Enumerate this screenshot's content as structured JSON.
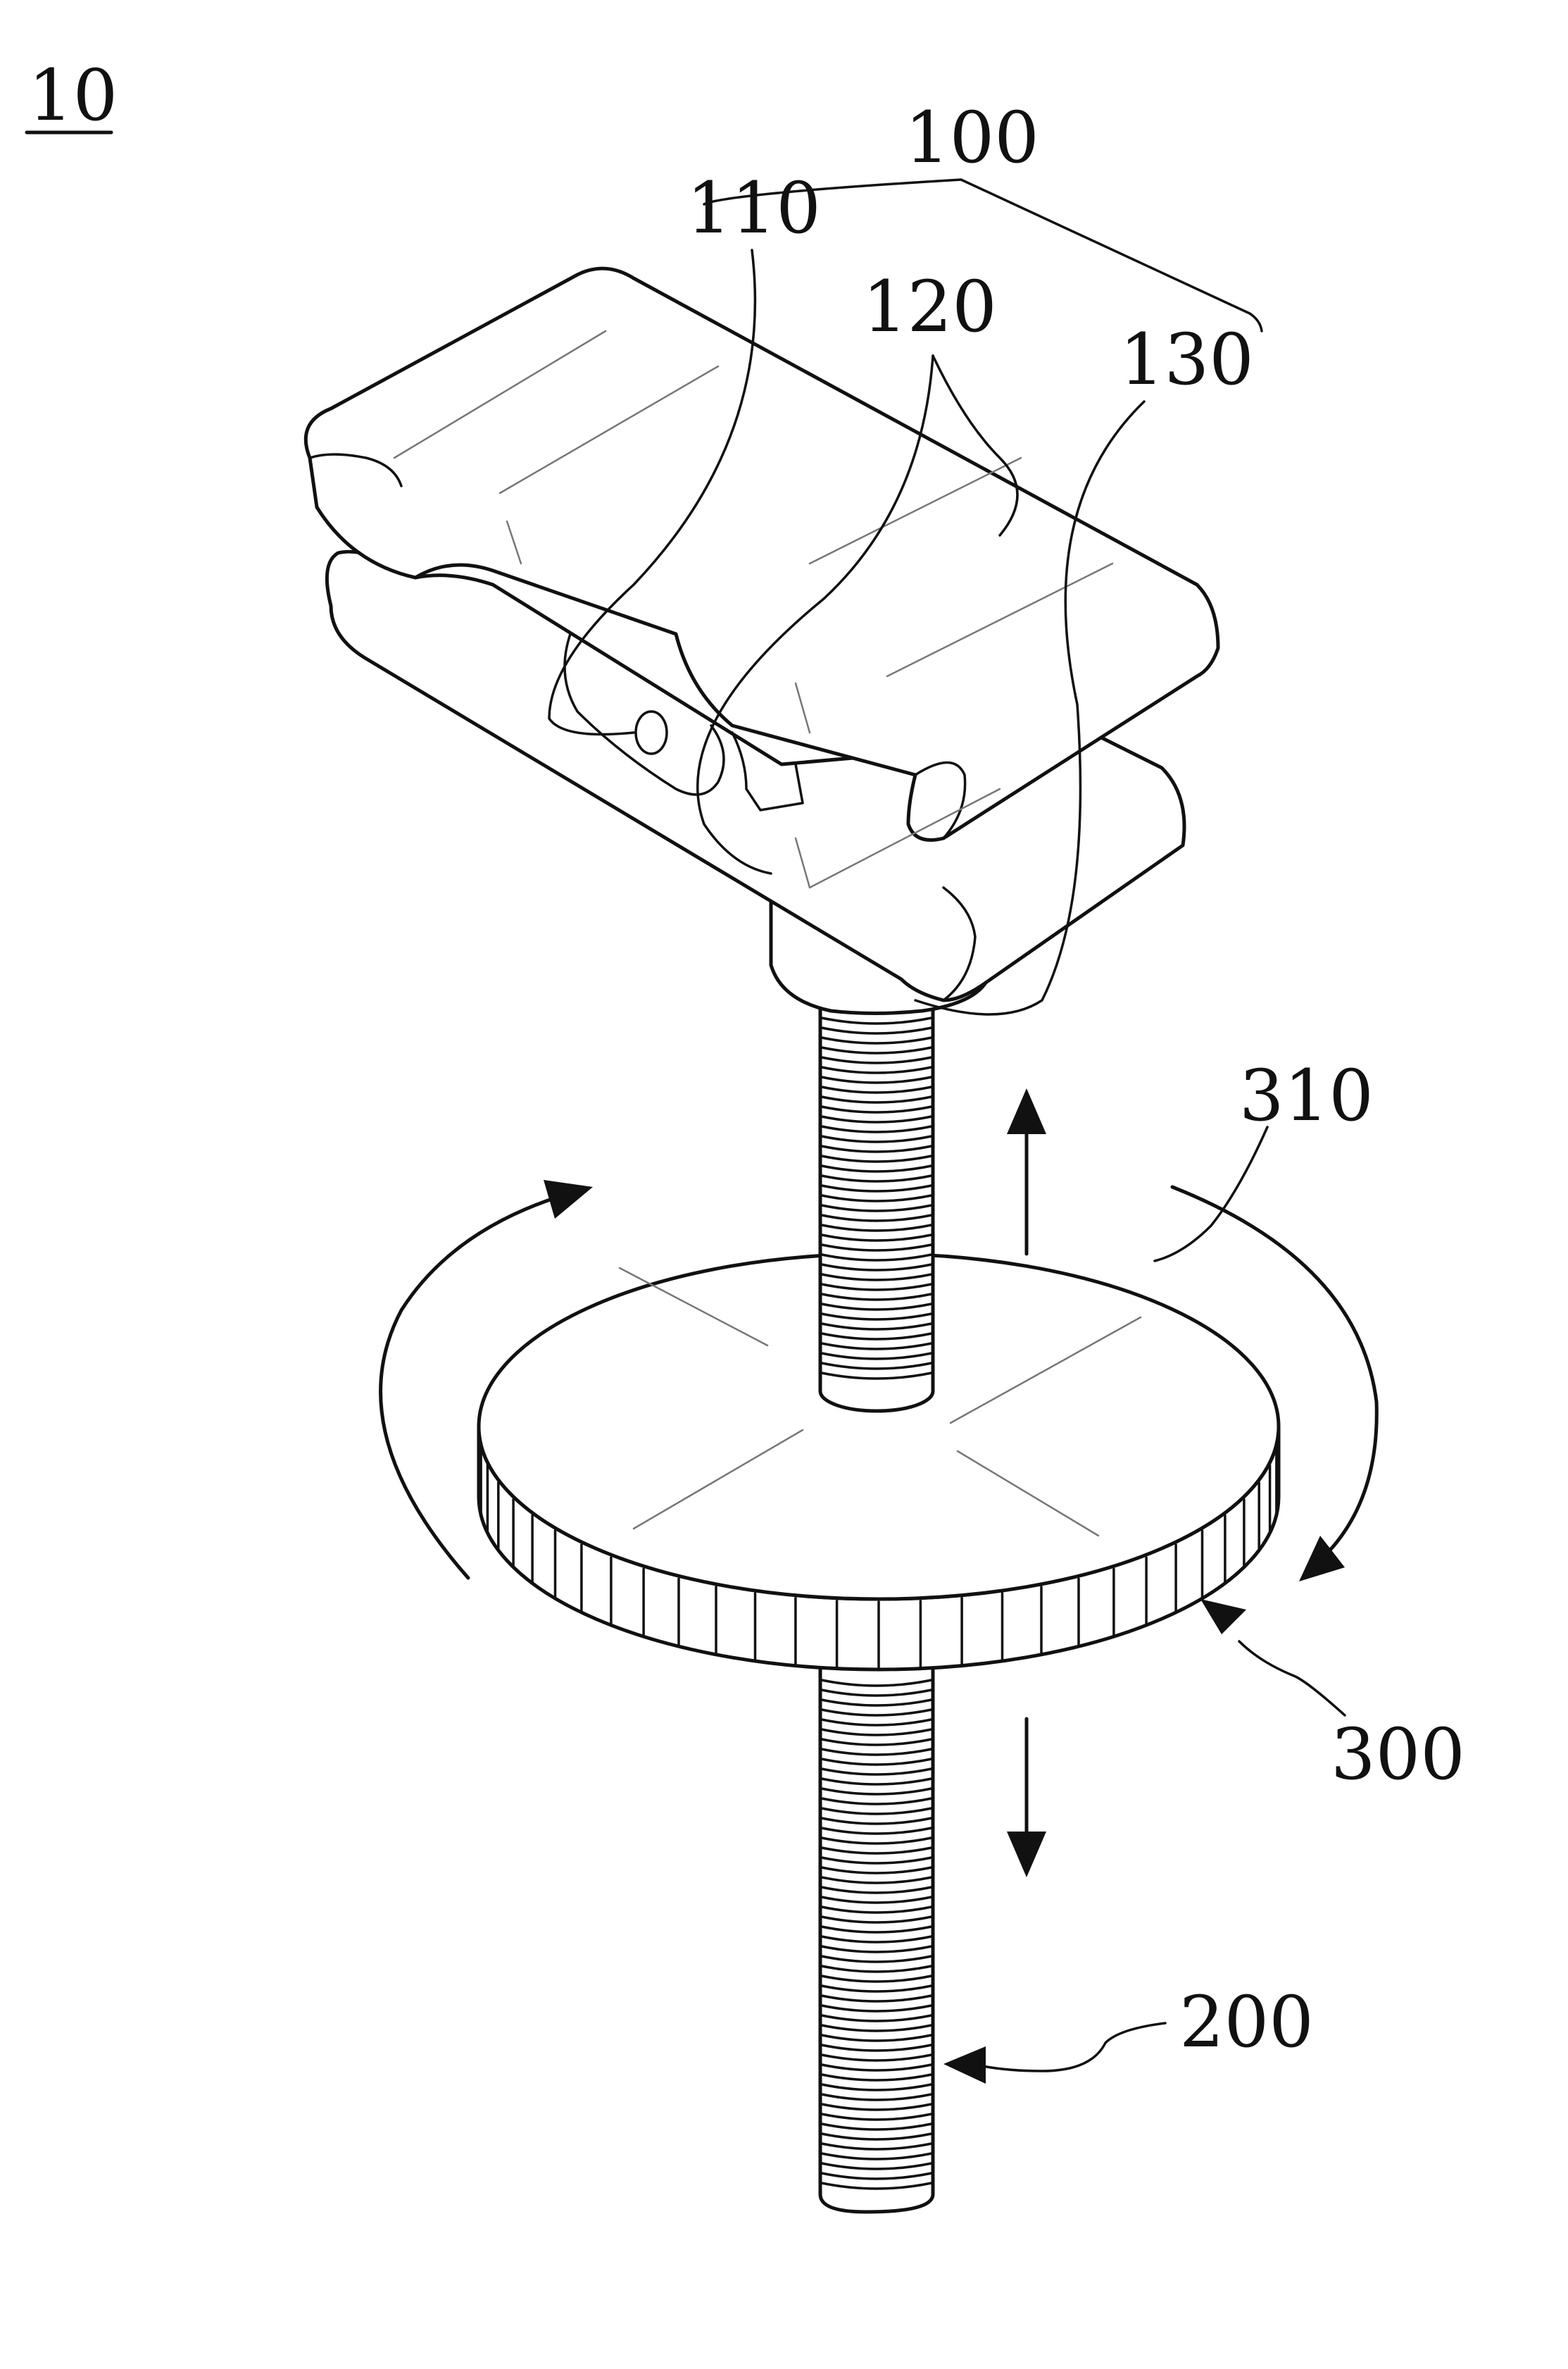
{
  "figure": {
    "reference": "10"
  },
  "labels": {
    "clip_assembly": "100",
    "pivot_hole": "110",
    "jaw": "120",
    "base_socket": "130",
    "threaded_rod": "200",
    "adjustment_wheel": "300",
    "wheel_top_face": "310"
  },
  "colors": {
    "ink": "#111111",
    "hatch": "#777777",
    "background": "#ffffff"
  }
}
